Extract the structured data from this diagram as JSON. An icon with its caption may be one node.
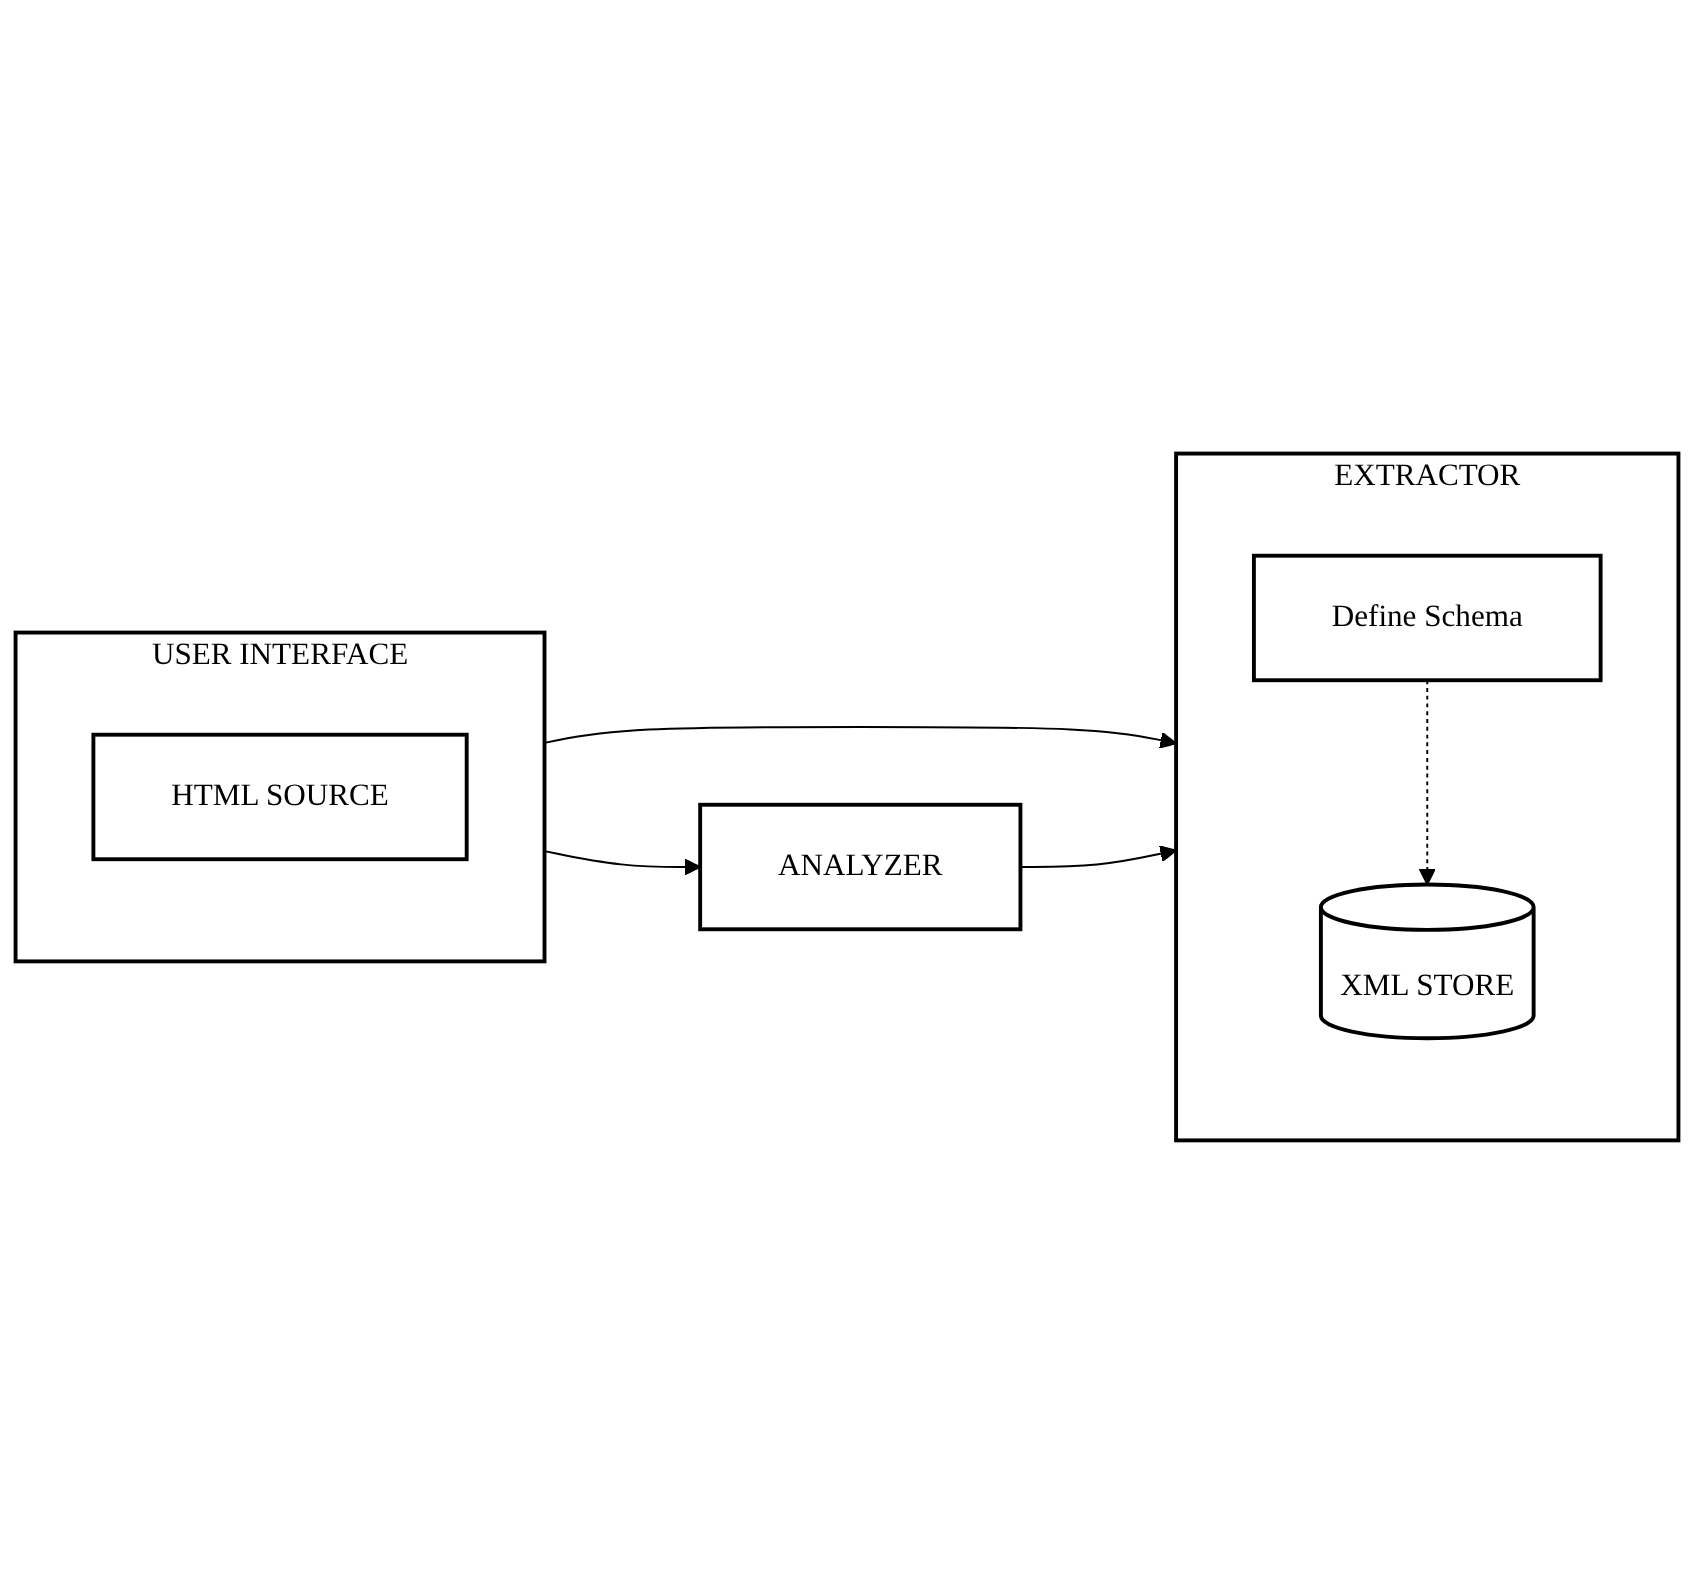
{
  "diagram": {
    "nodes": [
      {
        "text": [
          "USER INTERFACE"
        ]
      },
      {
        "text": [
          "HTML SOURCE"
        ],
        "in": 0
      },
      {
        "text": [
          "ANALYZER"
        ]
      },
      {
        "text": [
          "EXTRACTOR"
        ]
      },
      {
        "text": [
          "Define Schema"
        ],
        "in": 3
      },
      {
        "text": [
          "XML STORE"
        ],
        "in": 3
      }
    ],
    "edges": [
      {
        "from": 0,
        "to": 2,
        "arrow": "to"
      },
      {
        "from": 0,
        "to": 3,
        "arrow": "to"
      },
      {
        "from": 2,
        "to": 3,
        "arrow": "to"
      },
      {
        "from": 4,
        "to": 5,
        "arrow": "to",
        "style": "dashed"
      }
    ]
  }
}
